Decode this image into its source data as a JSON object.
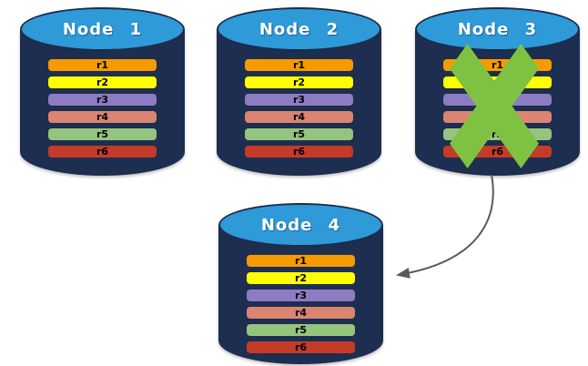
{
  "diagram": {
    "nodes": [
      {
        "title": "Node 1",
        "crossed_out": false,
        "rows": [
          {
            "label": "r1",
            "color": "#F59B00"
          },
          {
            "label": "r2",
            "color": "#FFFF00"
          },
          {
            "label": "r3",
            "color": "#8D7CC2"
          },
          {
            "label": "r4",
            "color": "#DB8472"
          },
          {
            "label": "r5",
            "color": "#95C47E"
          },
          {
            "label": "r6",
            "color": "#C43B27"
          }
        ]
      },
      {
        "title": "Node 2",
        "crossed_out": false,
        "rows": [
          {
            "label": "r1",
            "color": "#F59B00"
          },
          {
            "label": "r2",
            "color": "#FFFF00"
          },
          {
            "label": "r3",
            "color": "#8D7CC2"
          },
          {
            "label": "r4",
            "color": "#DB8472"
          },
          {
            "label": "r5",
            "color": "#95C47E"
          },
          {
            "label": "r6",
            "color": "#C43B27"
          }
        ]
      },
      {
        "title": "Node 3",
        "crossed_out": true,
        "rows": [
          {
            "label": "r1",
            "color": "#F59B00"
          },
          {
            "label": "r2",
            "color": "#FFFF00"
          },
          {
            "label": "r3",
            "color": "#8D7CC2"
          },
          {
            "label": "r4",
            "color": "#DB8472"
          },
          {
            "label": "r5",
            "color": "#95C47E"
          },
          {
            "label": "r6",
            "color": "#C43B27"
          }
        ]
      },
      {
        "title": "Node 4",
        "crossed_out": false,
        "rows": [
          {
            "label": "r1",
            "color": "#F59B00"
          },
          {
            "label": "r2",
            "color": "#FFFF00"
          },
          {
            "label": "r3",
            "color": "#8D7CC2"
          },
          {
            "label": "r4",
            "color": "#DB8472"
          },
          {
            "label": "r5",
            "color": "#95C47E"
          },
          {
            "label": "r6",
            "color": "#C43B27"
          }
        ]
      }
    ],
    "icons": {
      "failure_cross": "x-mark-icon",
      "arrowhead": "left-arrowhead-icon"
    },
    "arrow": {
      "from": "Node 3",
      "to": "Node 4",
      "style": "curved"
    },
    "colors": {
      "background": "#FFFFFF",
      "cylinder_body": "#1D2E50",
      "cylinder_top": "#2E9AD8",
      "cylinder_top_border": "#1B2D4E",
      "cross_mark": "#7FC241",
      "arrow": "#5A5A5A",
      "title_text": "#FFFFFF",
      "row_text": "#000000"
    }
  }
}
